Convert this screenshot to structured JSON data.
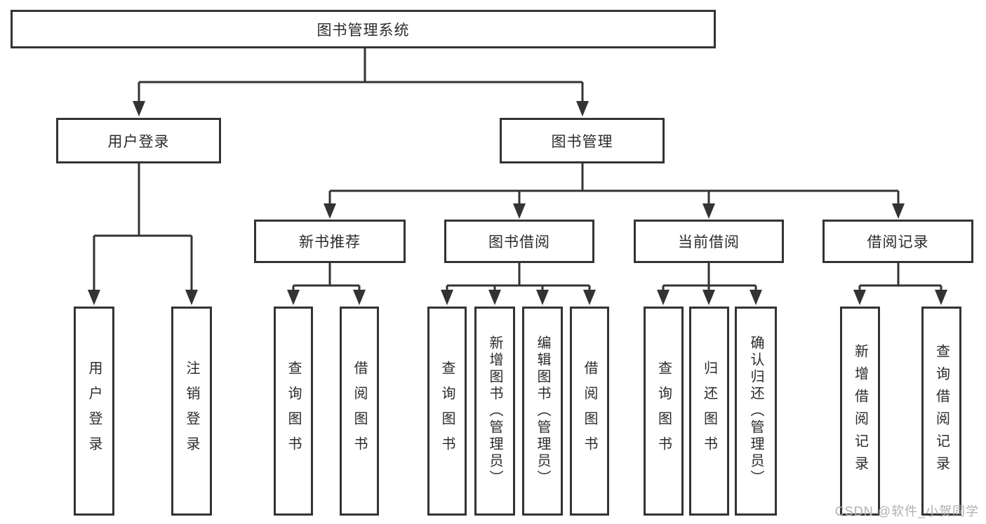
{
  "diagram": {
    "root": {
      "label": "图书管理系统"
    },
    "branches": [
      {
        "label": "用户登录",
        "children": [
          {
            "label": "用户登录"
          },
          {
            "label": "注销登录"
          }
        ]
      },
      {
        "label": "图书管理",
        "children": [
          {
            "label": "新书推荐",
            "children": [
              {
                "label": "查询图书"
              },
              {
                "label": "借阅图书"
              }
            ]
          },
          {
            "label": "图书借阅",
            "children": [
              {
                "label": "查询图书"
              },
              {
                "label": "新增图书（管理员）"
              },
              {
                "label": "编辑图书（管理员）"
              },
              {
                "label": "借阅图书"
              }
            ]
          },
          {
            "label": "当前借阅",
            "children": [
              {
                "label": "查询图书"
              },
              {
                "label": "归还图书"
              },
              {
                "label": "确认归还（管理员）"
              }
            ]
          },
          {
            "label": "借阅记录",
            "children": [
              {
                "label": "新增借阅记录"
              },
              {
                "label": "查询借阅记录"
              }
            ]
          }
        ]
      }
    ]
  },
  "watermark": {
    "text": "CSDN @软件_小贺同学"
  },
  "colors": {
    "line": "#333333",
    "box_border": "#333333",
    "background": "#ffffff",
    "watermark": "#b0b0b0"
  }
}
